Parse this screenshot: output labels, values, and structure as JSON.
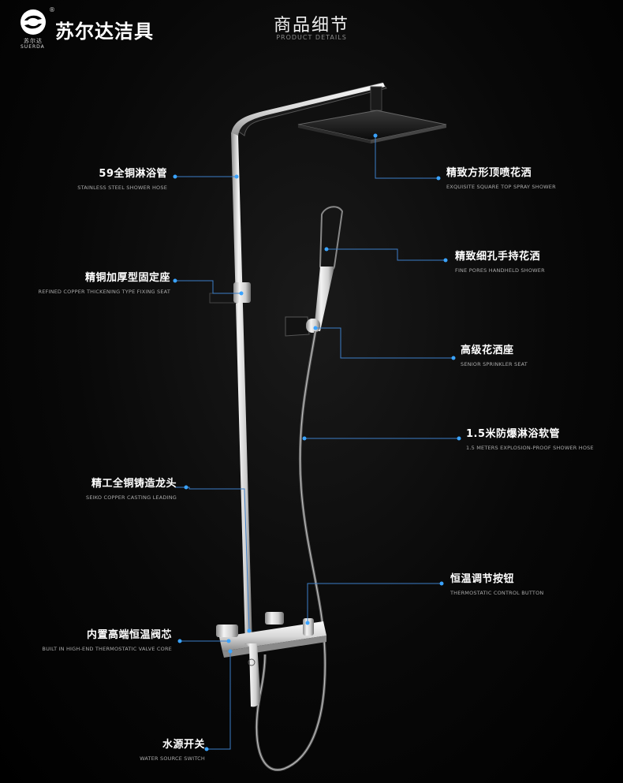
{
  "brand": {
    "name": "苏尔达洁具",
    "logo_cn": "苏尔达",
    "logo_en": "SUERDA",
    "reg": "®"
  },
  "header": {
    "title": "商品细节",
    "subtitle": "PRODUCT DETAILS"
  },
  "colors": {
    "background": "#000000",
    "accent": "#3aa3ff",
    "line": "#3c7ec8",
    "chrome": "#d9d9d9"
  },
  "features": [
    {
      "cn": "59全铜淋浴管",
      "en": "STAINLESS STEEL SHOWER HOSE"
    },
    {
      "cn": "精铜加厚型固定座",
      "en": "REFINED COPPER THICKENING TYPE FIXING SEAT"
    },
    {
      "cn": "精工全铜铸造龙头",
      "en": "SEIKO COPPER CASTING LEADING"
    },
    {
      "cn": "内置高端恒温阀芯",
      "en": "BUILT IN HIGH-END THERMOSTATIC VALVE CORE"
    },
    {
      "cn": "水源开关",
      "en": "WATER SOURCE SWITCH"
    },
    {
      "cn": "精致方形顶喷花洒",
      "en": "EXQUISITE SQUARE TOP SPRAY SHOWER"
    },
    {
      "cn": "精致细孔手持花洒",
      "en": "FINE PORES HANDHELD SHOWER"
    },
    {
      "cn": "高级花洒座",
      "en": "SENIOR SPRINKLER SEAT"
    },
    {
      "cn": "1.5米防爆淋浴软管",
      "en": "1.5 METERS EXPLOSION-PROOF SHOWER HOSE"
    },
    {
      "cn": "恒温调节按钮",
      "en": "THERMOSTATIC CONTROL BUTTON"
    }
  ]
}
